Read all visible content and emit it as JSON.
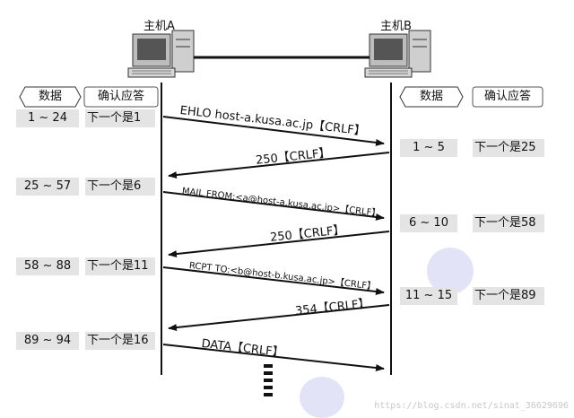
{
  "hosts": {
    "a_label": "主机A",
    "b_label": "主机B"
  },
  "headers": {
    "left_data": "数据",
    "left_ack": "确认应答",
    "right_data": "数据",
    "right_ack": "确认应答"
  },
  "left_rows": [
    {
      "range": "1 ~ 24",
      "ack": "下一个是1"
    },
    {
      "range": "25 ~ 57",
      "ack": "下一个是6"
    },
    {
      "range": "58 ~ 88",
      "ack": "下一个是11"
    },
    {
      "range": "89 ~ 94",
      "ack": "下一个是16"
    }
  ],
  "right_rows": [
    {
      "range": "1 ~ 5",
      "ack": "下一个是25"
    },
    {
      "range": "6 ~ 10",
      "ack": "下一个是58"
    },
    {
      "range": "11 ~ 15",
      "ack": "下一个是89"
    }
  ],
  "messages": [
    "EHLO host-a.kusa.ac.jp【CRLF】",
    "250【CRLF】",
    "MAIL FROM:<a@host-a.kusa.ac.jp>【CRLF】",
    "250【CRLF】",
    "RCPT TO:<b@host-b.kusa.ac.jp>【CRLF】",
    "354【CRLF】",
    "DATA【CRLF】"
  ],
  "watermark": "https://blog.csdn.net/sinat_36629696"
}
